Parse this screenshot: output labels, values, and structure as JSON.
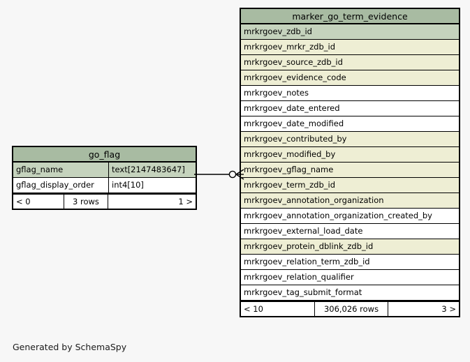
{
  "diagram": {
    "caption": "Generated by SchemaSpy",
    "background_color": "#f7f7f7",
    "header_color": "#a8bba2",
    "primary_key_row_color": "#c5d3bd",
    "indexed_row_color": "#eeeed4",
    "plain_row_color": "#ffffff",
    "border_color": "#000000"
  },
  "entities": [
    {
      "id": "go_flag",
      "title": "go_flag",
      "columns": [
        {
          "name": "gflag_name",
          "type": "text[2147483647]",
          "style": "pk"
        },
        {
          "name": "gflag_display_order",
          "type": "int4[10]",
          "style": "plain"
        }
      ],
      "footer": {
        "left": "< 0",
        "center": "3 rows",
        "right": "1 >"
      }
    },
    {
      "id": "marker_go_term_evidence",
      "title": "marker_go_term_evidence",
      "columns": [
        {
          "name": "mrkrgoev_zdb_id",
          "type": "",
          "style": "pk"
        },
        {
          "name": "mrkrgoev_mrkr_zdb_id",
          "type": "",
          "style": "idx"
        },
        {
          "name": "mrkrgoev_source_zdb_id",
          "type": "",
          "style": "idx"
        },
        {
          "name": "mrkrgoev_evidence_code",
          "type": "",
          "style": "idx"
        },
        {
          "name": "mrkrgoev_notes",
          "type": "",
          "style": "plain"
        },
        {
          "name": "mrkrgoev_date_entered",
          "type": "",
          "style": "plain"
        },
        {
          "name": "mrkrgoev_date_modified",
          "type": "",
          "style": "plain"
        },
        {
          "name": "mrkrgoev_contributed_by",
          "type": "",
          "style": "idx"
        },
        {
          "name": "mrkrgoev_modified_by",
          "type": "",
          "style": "idx"
        },
        {
          "name": "mrkrgoev_gflag_name",
          "type": "",
          "style": "idx"
        },
        {
          "name": "mrkrgoev_term_zdb_id",
          "type": "",
          "style": "idx"
        },
        {
          "name": "mrkrgoev_annotation_organization",
          "type": "",
          "style": "idx"
        },
        {
          "name": "mrkrgoev_annotation_organization_created_by",
          "type": "",
          "style": "plain"
        },
        {
          "name": "mrkrgoev_external_load_date",
          "type": "",
          "style": "plain"
        },
        {
          "name": "mrkrgoev_protein_dblink_zdb_id",
          "type": "",
          "style": "idx"
        },
        {
          "name": "mrkrgoev_relation_term_zdb_id",
          "type": "",
          "style": "plain"
        },
        {
          "name": "mrkrgoev_relation_qualifier",
          "type": "",
          "style": "plain"
        },
        {
          "name": "mrkrgoev_tag_submit_format",
          "type": "",
          "style": "plain"
        }
      ],
      "footer": {
        "left": "< 10",
        "center": "306,026 rows",
        "right": "3 >"
      }
    }
  ],
  "relationship": {
    "from": "go_flag.gflag_name",
    "to": "marker_go_term_evidence.mrkrgoev_gflag_name",
    "source_cardinality": "zero-or-one",
    "target_cardinality": "many"
  }
}
